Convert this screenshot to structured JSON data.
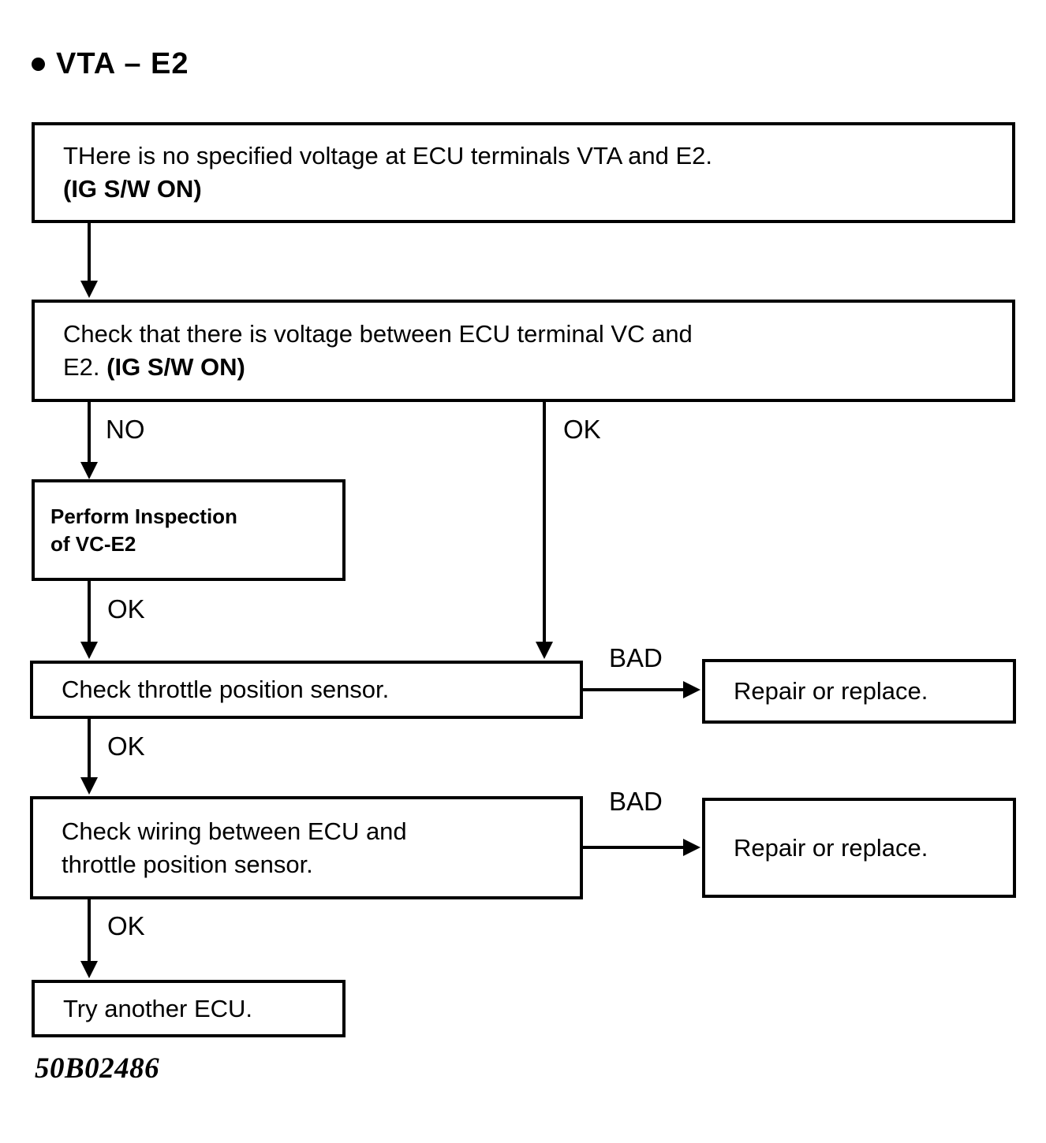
{
  "title": {
    "bullet": "bullet-dot",
    "text": "VTA – E2"
  },
  "figure_id": "50B02486",
  "nodes": {
    "problem": {
      "line1": "THere is no specified voltage at ECU terminals VTA and E2.",
      "line2": "(IG S/W ON)"
    },
    "check_vc": {
      "line1": "Check that there is voltage between ECU terminal VC and",
      "line2": "E2. (IG S/W ON)"
    },
    "perform_inspection": {
      "line1": "Perform Inspection",
      "line2": "of VC-E2"
    },
    "check_tps": {
      "line1": "Check throttle position sensor."
    },
    "repair_1": {
      "line1": "Repair or replace."
    },
    "check_wiring": {
      "line1": "Check wiring between ECU and",
      "line2": "throttle position sensor."
    },
    "repair_2": {
      "line1": "Repair or replace."
    },
    "try_ecu": {
      "line1": "Try another ECU."
    }
  },
  "edges": {
    "problem_to_check_vc": "",
    "check_vc_no": "NO",
    "check_vc_ok": "OK",
    "perform_ok": "OK",
    "tps_ok": "OK",
    "tps_bad": "BAD",
    "wiring_ok": "OK",
    "wiring_bad": "BAD"
  },
  "colors": {
    "ink": "#000000",
    "paper": "#ffffff"
  }
}
